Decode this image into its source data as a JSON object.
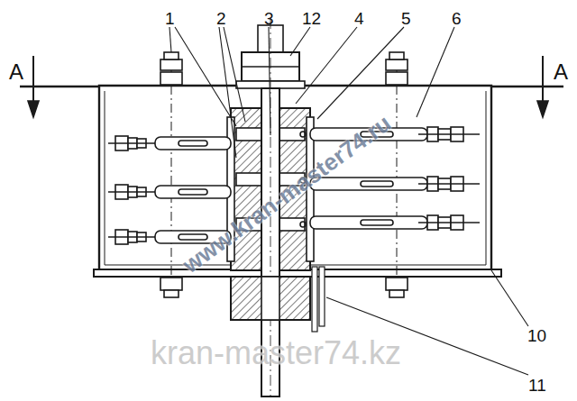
{
  "diagram": {
    "labels": [
      "1",
      "2",
      "3",
      "12",
      "4",
      "5",
      "6",
      "A",
      "A",
      "www.kran-master74.ru",
      "10",
      "kran-master74.kz",
      "11"
    ]
  }
}
